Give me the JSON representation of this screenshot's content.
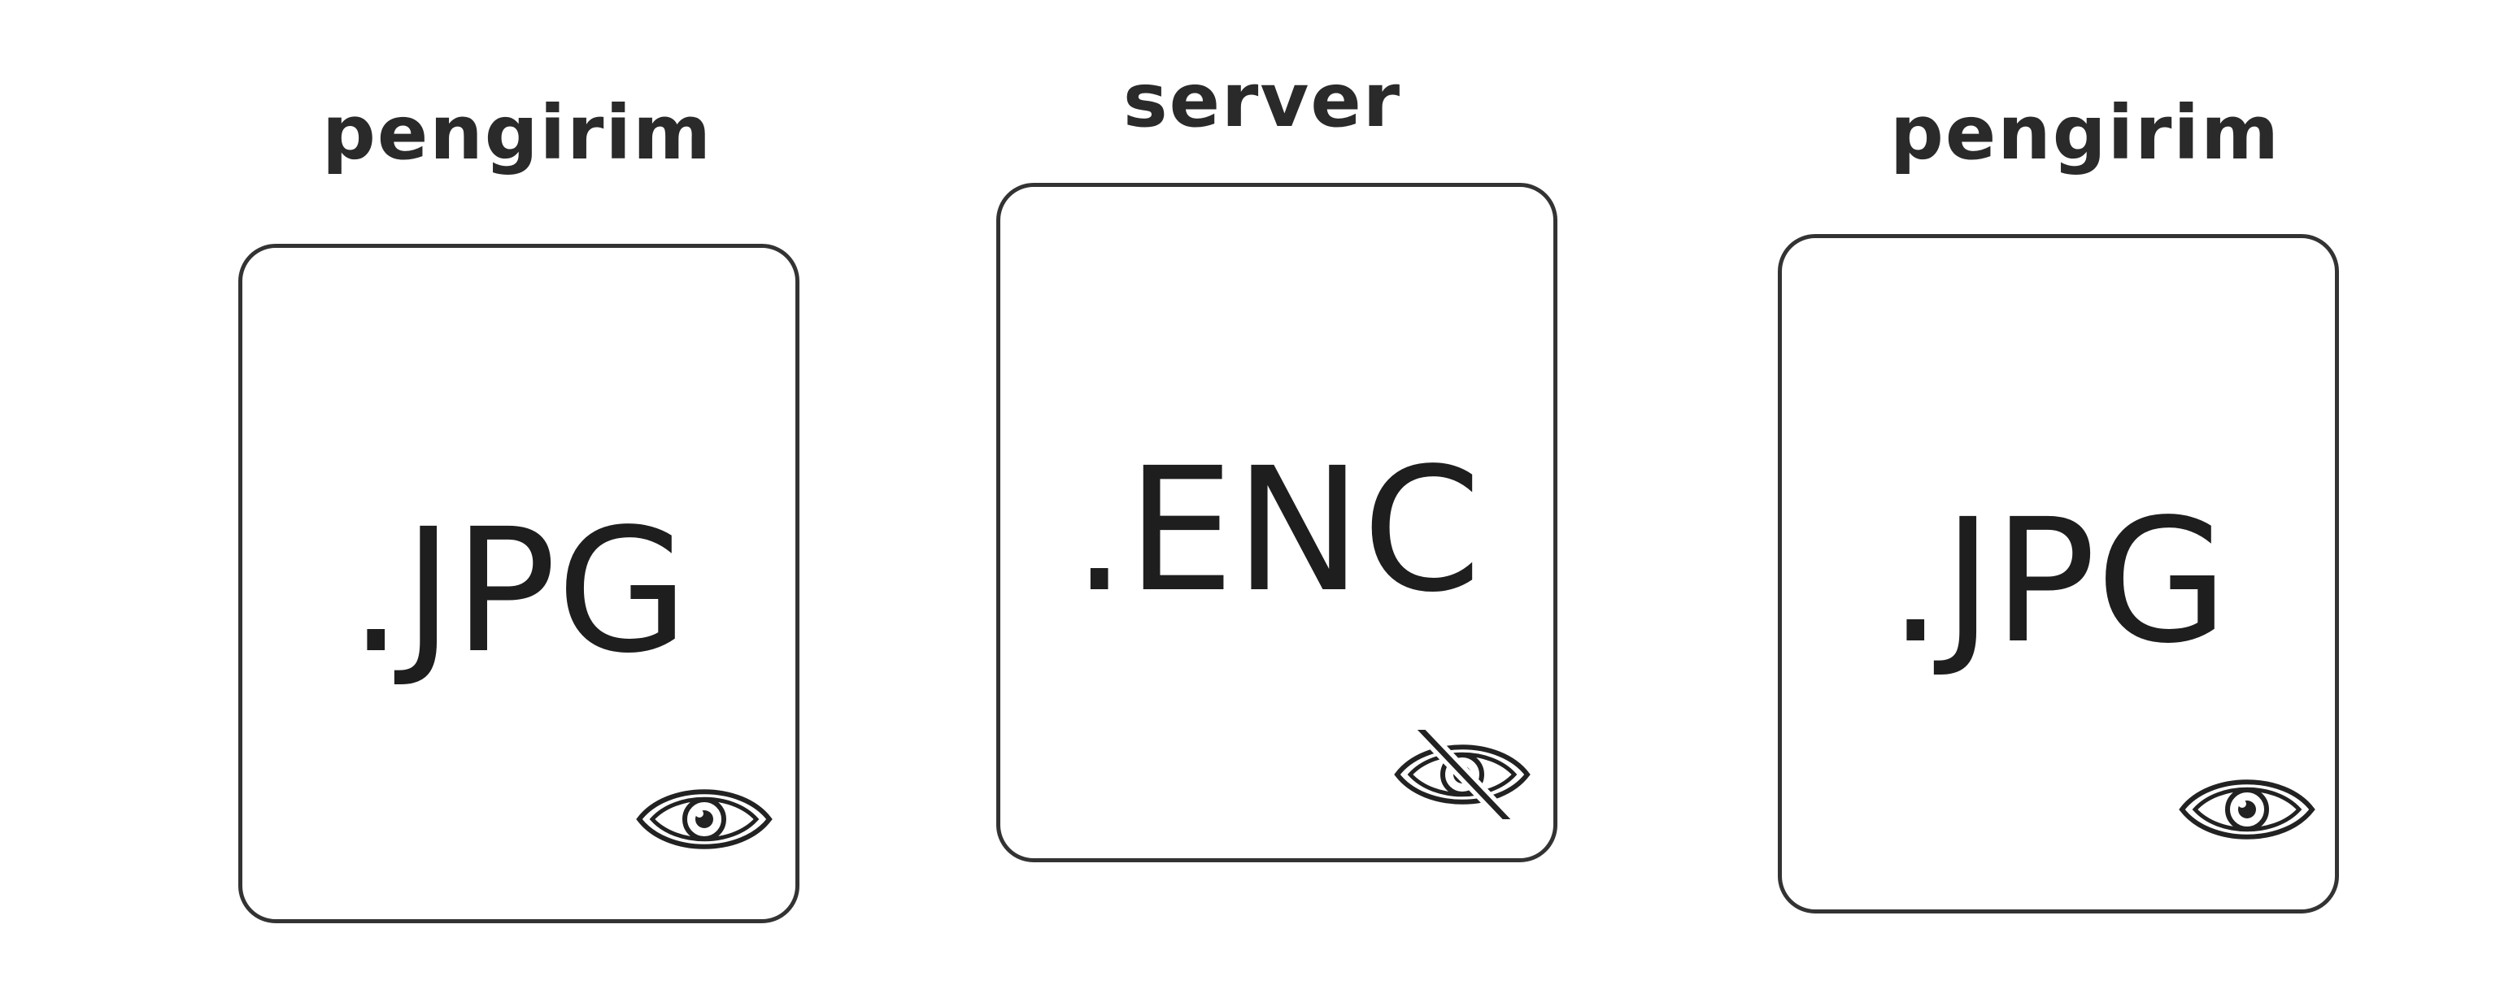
{
  "nodes": [
    {
      "label": "pengirim",
      "extension": ".JPG",
      "eye_icon": "eye-icon"
    },
    {
      "label": "server",
      "extension": ".ENC",
      "eye_icon": "eye-slash-icon"
    },
    {
      "label": "pengirim",
      "extension": ".JPG",
      "eye_icon": "eye-icon"
    }
  ],
  "colors": {
    "stroke": "#333333",
    "text": "#1e1e1e",
    "background": "#ffffff"
  }
}
